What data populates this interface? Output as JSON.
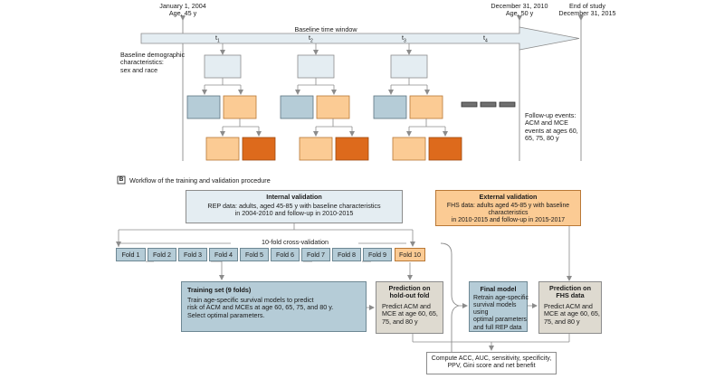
{
  "timeline": {
    "start_date": "January 1, 2004",
    "start_age": "Age, 45 y",
    "baseline_end_date": "December 31, 2010",
    "baseline_end_age": "Age, 50 y",
    "end_of_study_line1": "End of study",
    "end_of_study_line2": "December 31, 2015",
    "window_label": "Baseline time window",
    "t1": "t1",
    "t2": "t2",
    "t3": "t3",
    "t4": "t4",
    "baseline_chars": [
      "Baseline demographic",
      "characteristics:",
      "sex and race"
    ],
    "followup": [
      "Follow-up events:",
      "ACM and MCE",
      "events at ages 60,",
      "65, 75, 80 y"
    ]
  },
  "panel_b": {
    "letter": "B",
    "title": "Workflow of the training and validation procedure"
  },
  "internal": {
    "title": "Internal validation",
    "text": [
      "REP data: adults, aged 45-85 y with baseline characteristics",
      "in 2004-2010 and follow-up in 2010-2015"
    ]
  },
  "external": {
    "title": "External validation",
    "text": [
      "FHS data: adults aged 45-85 y with baseline characteristics",
      "in 2010-2015 and follow-up in 2015-2017"
    ]
  },
  "cv_label": "10-fold cross-validation",
  "folds": [
    "Fold 1",
    "Fold 2",
    "Fold 3",
    "Fold 4",
    "Fold 5",
    "Fold 6",
    "Fold 7",
    "Fold 8",
    "Fold 9",
    "Fold 10"
  ],
  "training": {
    "title": "Training set (9 folds)",
    "text": [
      "Train age-specific survival models to predict",
      "risk of ACM and MCEs at age 60, 65, 75, and 80 y.",
      "Select optimal parameters."
    ]
  },
  "holdout": {
    "title": [
      "Prediction on",
      "hold-out fold"
    ],
    "text": [
      "Predict ACM and",
      "MCE at age 60, 65,",
      "75, and 80 y"
    ]
  },
  "final_model": {
    "title": "Final model",
    "text": [
      "Retrain age-specific",
      "survival models using",
      "optimal parameters",
      "and full REP data"
    ]
  },
  "fhs_pred": {
    "title": [
      "Prediction on",
      "FHS data"
    ],
    "text": [
      "Predict ACM and",
      "MCE at age 60, 65,",
      "75, and 80 y"
    ]
  },
  "metrics": [
    "Compute ACC, AUC, sensitivity, specificity,",
    "PPV, Gini score and net benefit"
  ],
  "colors": {
    "light_blue": "#e4edf2",
    "mid_blue": "#b5ccd7",
    "light_orange": "#fbcb94",
    "dark_orange": "#dd6a1c",
    "beige": "#dedad0",
    "line": "#8c8c8c"
  }
}
